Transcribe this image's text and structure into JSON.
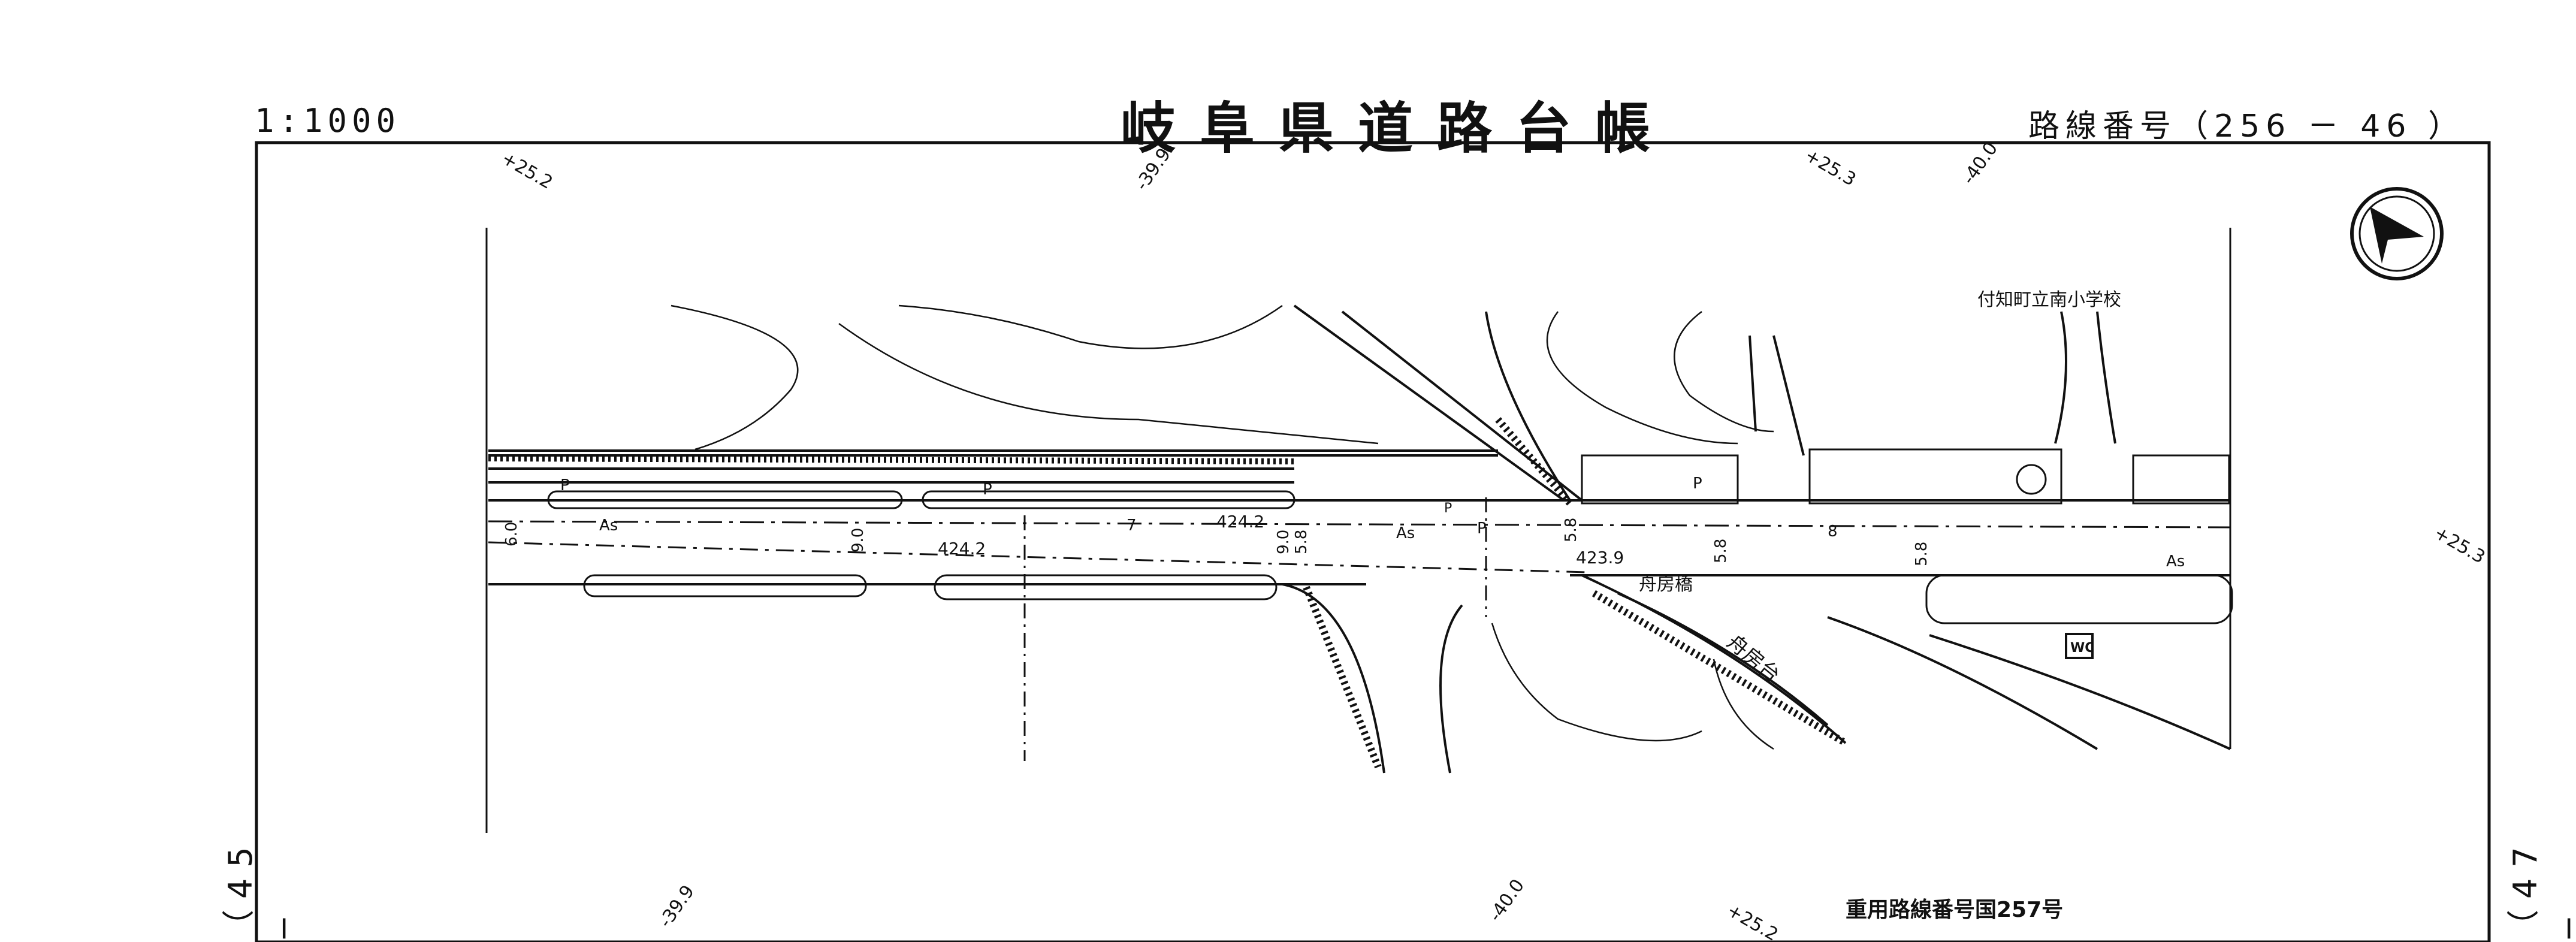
{
  "header": {
    "scale": "1:1000",
    "title": "岐阜県道路台帳",
    "route_number": "路線番号（256 － 46 ）"
  },
  "adjacent_sheets": {
    "left": "（45 −",
    "right": "（47 −"
  },
  "map": {
    "grid_ticks": {
      "top": [
        "+25.2",
        "-39.9",
        "+25.3",
        "-40.0"
      ],
      "bottom": [
        "-39.9",
        "-40.0",
        "+25.2"
      ],
      "right": "+25.3"
    },
    "labels": {
      "school": "付知町立南小学校",
      "bridge": "舟房橋",
      "area": "舟房台",
      "highway": "重用路線番号国257号",
      "toilet": "WC",
      "asphalt_1": "As",
      "asphalt_2": "As",
      "asphalt_3": "As",
      "parking_1": "P",
      "parking_2": "P",
      "parking_3": "P",
      "parking_4": "P",
      "parking_5": "P"
    },
    "elevations": [
      "424.2",
      "424.2",
      "423.9"
    ],
    "road_widths": [
      "6.0",
      "9.0",
      "7",
      "9.0",
      "5.8",
      "5.8",
      "5.8",
      "8",
      "5.8"
    ]
  }
}
